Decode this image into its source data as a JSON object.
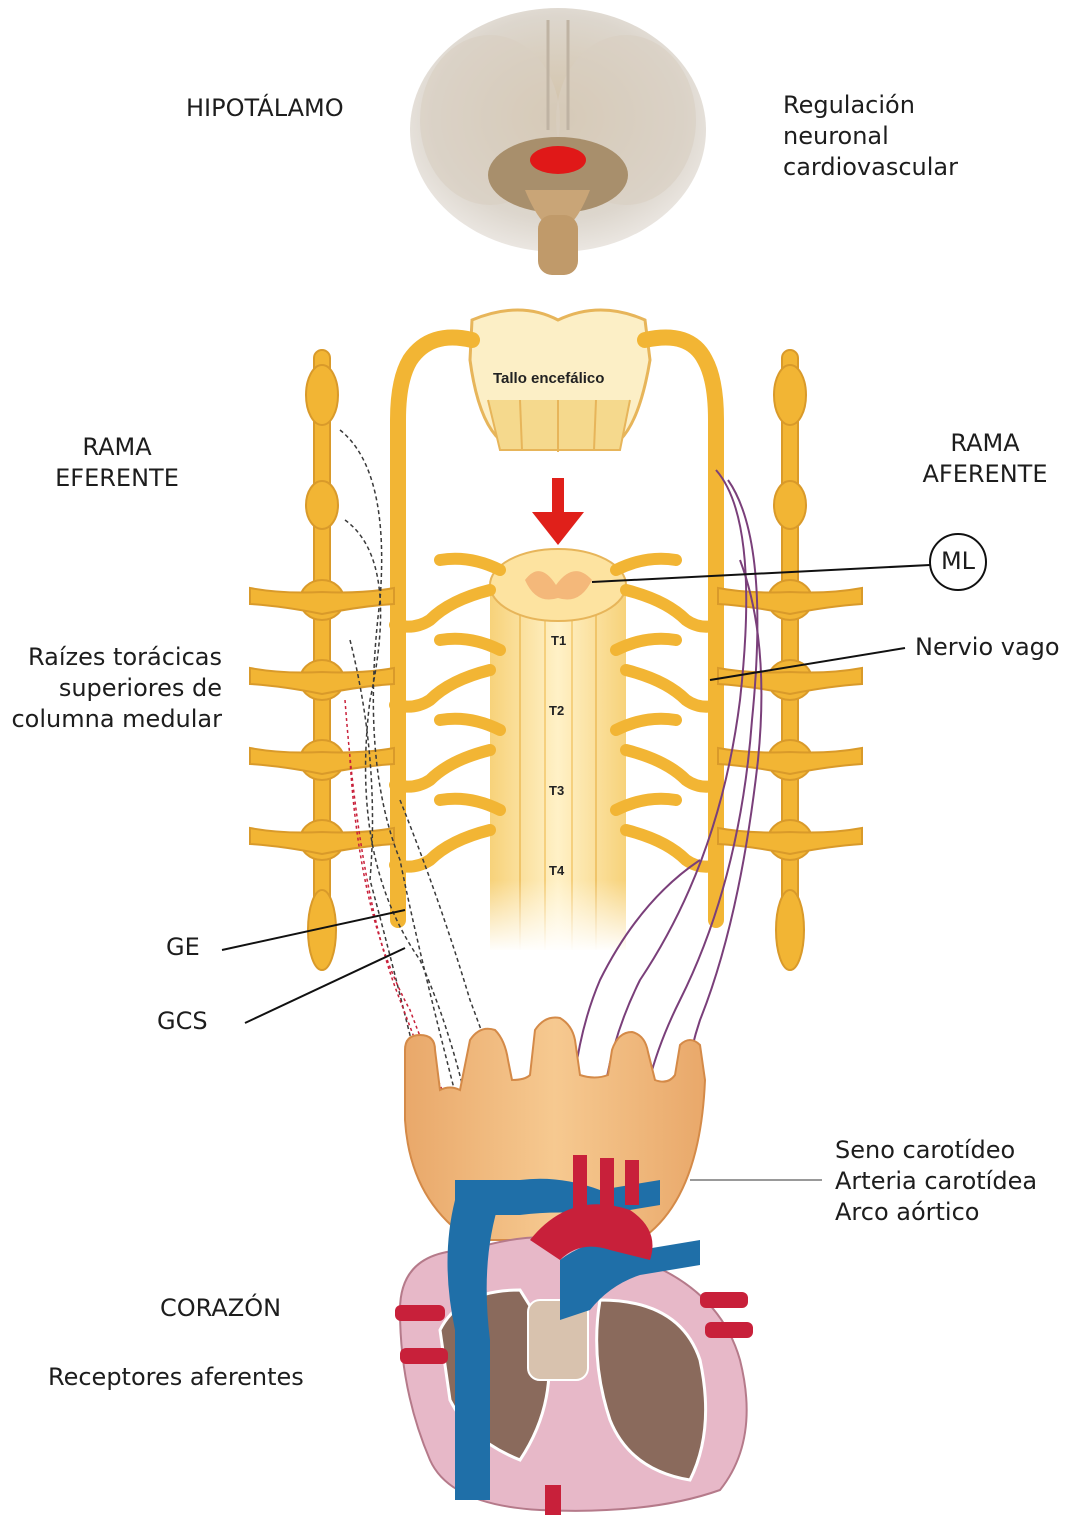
{
  "brain": {
    "label": "HIPOTÁLAMO",
    "description_lines": [
      "Regulación",
      "neuronal",
      "cardiovascular"
    ]
  },
  "brainstem": {
    "label": "Tallo encefálico"
  },
  "efferent": {
    "lines": [
      "RAMA",
      "EFERENTE"
    ]
  },
  "afferent": {
    "lines": [
      "RAMA",
      "AFERENTE"
    ]
  },
  "callouts": {
    "ml": "ML",
    "vagus": "Nervio vago",
    "roots": [
      "Raízes torácicas",
      "superiores de",
      "columna medular"
    ],
    "ge": "GE",
    "gcs": "GCS",
    "carotid": [
      "Seno carotídeo",
      "Arteria carotídea",
      "Arco aórtico"
    ]
  },
  "segments": [
    "T1",
    "T2",
    "T3",
    "T4"
  ],
  "heart": {
    "label": "CORAZÓN",
    "receptors": "Receptores aferentes"
  },
  "colors": {
    "nerve": "#f2b534",
    "nerve_dark": "#c9861a",
    "cord": "#fde6a6",
    "hypothalamus": "#e01818",
    "arrow": "#e0201a",
    "artery": "#c8203a",
    "vein": "#1f6fa8",
    "afferent_fiber": "#7a3f7a",
    "efferent_fiber": "#3a3a3a"
  }
}
